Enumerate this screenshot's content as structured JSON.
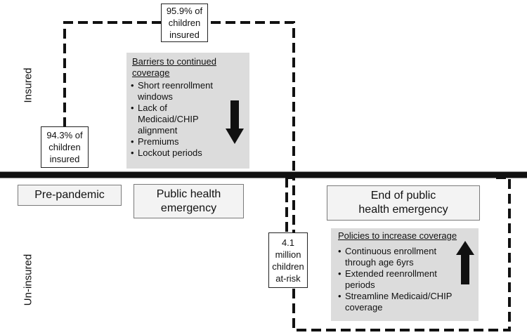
{
  "axis": {
    "insured_label": "Insured",
    "uninsured_label": "Un-insured"
  },
  "phases": {
    "pre_pandemic": "Pre-pandemic",
    "phe_line1": "Public health",
    "phe_line2": "emergency",
    "end_line1": "End of public",
    "end_line2": "health emergency"
  },
  "callouts": {
    "pre": [
      "94.3% of",
      "children",
      "insured"
    ],
    "peak": [
      "95.9% of",
      "children",
      "insured"
    ],
    "at_risk": [
      "4.1",
      "million",
      "children",
      "at-risk"
    ]
  },
  "barriers": {
    "title_line1": "Barriers to continued",
    "title_line2": "coverage",
    "items": [
      [
        "Short reenrollment",
        "windows"
      ],
      [
        "Lack of",
        "Medicaid/CHIP",
        "alignment"
      ],
      [
        "Premiums"
      ],
      [
        "Lockout periods"
      ]
    ],
    "arrow": "down-arrow"
  },
  "policies": {
    "title": "Policies to increase coverage",
    "items": [
      [
        "Continuous enrollment",
        "through age 6yrs"
      ],
      [
        "Extended reenrollment",
        "periods"
      ],
      [
        "Streamline Medicaid/CHIP",
        "coverage"
      ]
    ],
    "arrow": "up-arrow"
  },
  "colors": {
    "line": "#111111",
    "panel": "#dcdcdc",
    "phase_bg": "#f3f3f3"
  }
}
